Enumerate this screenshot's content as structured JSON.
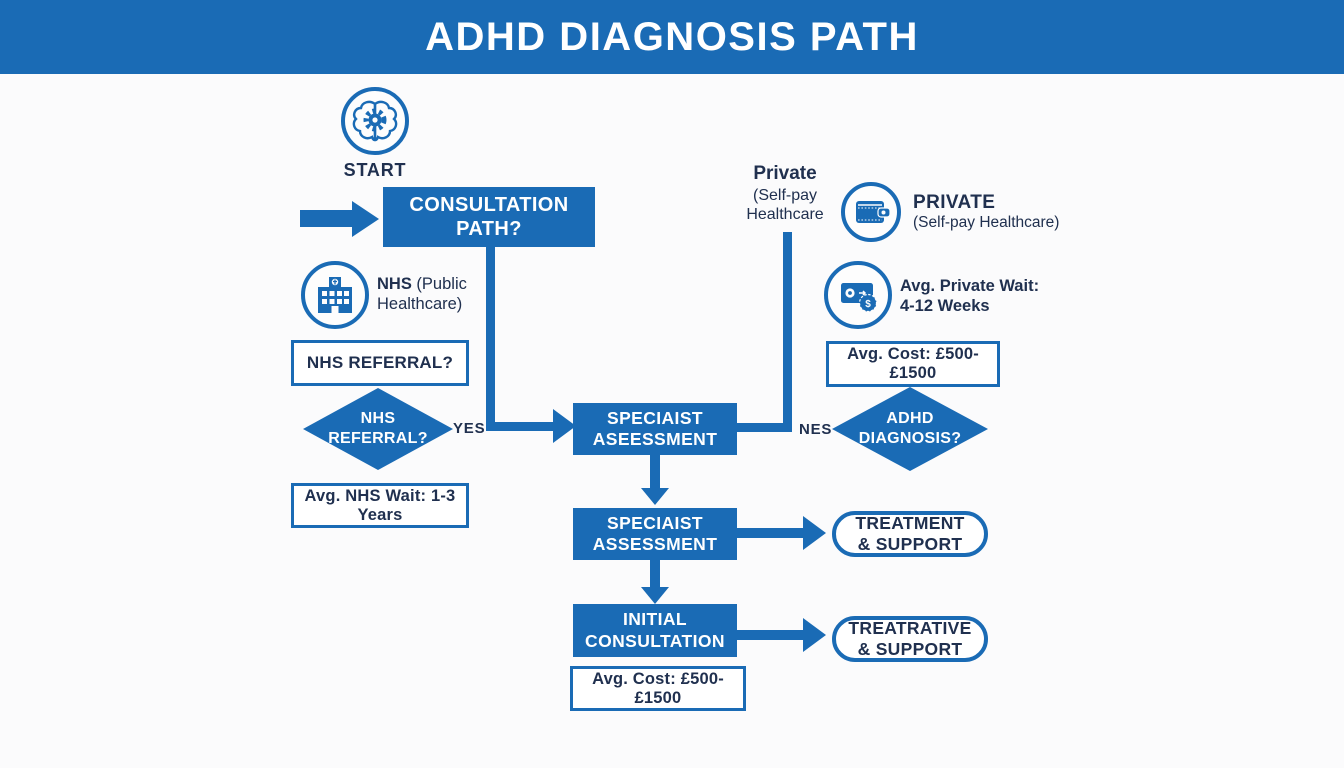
{
  "colors": {
    "blue": "#1a6bb5",
    "navy": "#20304f",
    "background": "#fbfbfc",
    "white": "#ffffff"
  },
  "header": {
    "title": "ADHD DIAGNOSIS PATH"
  },
  "start": {
    "label": "START",
    "icon": "brain-gear-icon"
  },
  "consultation_box": {
    "line1": "CONSULTATION",
    "line2": "PATH?"
  },
  "nhs": {
    "name": "NHS",
    "desc_line1": " (Public",
    "desc_line2": "Healthcare)",
    "icon": "hospital-icon"
  },
  "nhs_referral_box": {
    "label": "NHS REFERRAL?"
  },
  "nhs_diamond": {
    "line1": "NHS",
    "line2": "REFERRAL?"
  },
  "yes_label": "YES",
  "nhs_wait_box": {
    "label": "Avg. NHS Wait: 1-3 Years"
  },
  "private_top": {
    "line1": "Private",
    "line2": "(Self-pay",
    "line3": "Healthcare"
  },
  "private": {
    "name": "PRIVATE",
    "desc": "(Self-pay Healthcare)",
    "icon": "wallet-icon"
  },
  "private_wait": {
    "line1": "Avg. Private Wait:",
    "line2": "4-12 Weeks",
    "icon": "money-icon"
  },
  "private_cost_box": {
    "label": "Avg. Cost: £500-£1500"
  },
  "adhd_diamond": {
    "line1": "ADHD",
    "line2": "DIAGNOSIS?"
  },
  "nes_label": "NES",
  "assessment1_box": {
    "line1": "SPECIAIST",
    "line2": "ASEESSMENT"
  },
  "assessment2_box": {
    "line1": "SPECIAIST",
    "line2": "ASSESSMENT"
  },
  "treatment_pill": {
    "line1": "TREATMENT",
    "line2": "& SUPPORT"
  },
  "initial_box": {
    "line1": "INITIAL",
    "line2": "CONSULTATION"
  },
  "treatrative_pill": {
    "line1": "TREATRATIVE",
    "line2": "& SUPPORT"
  },
  "consult_cost_box": {
    "label": "Avg. Cost: £500-£1500"
  }
}
